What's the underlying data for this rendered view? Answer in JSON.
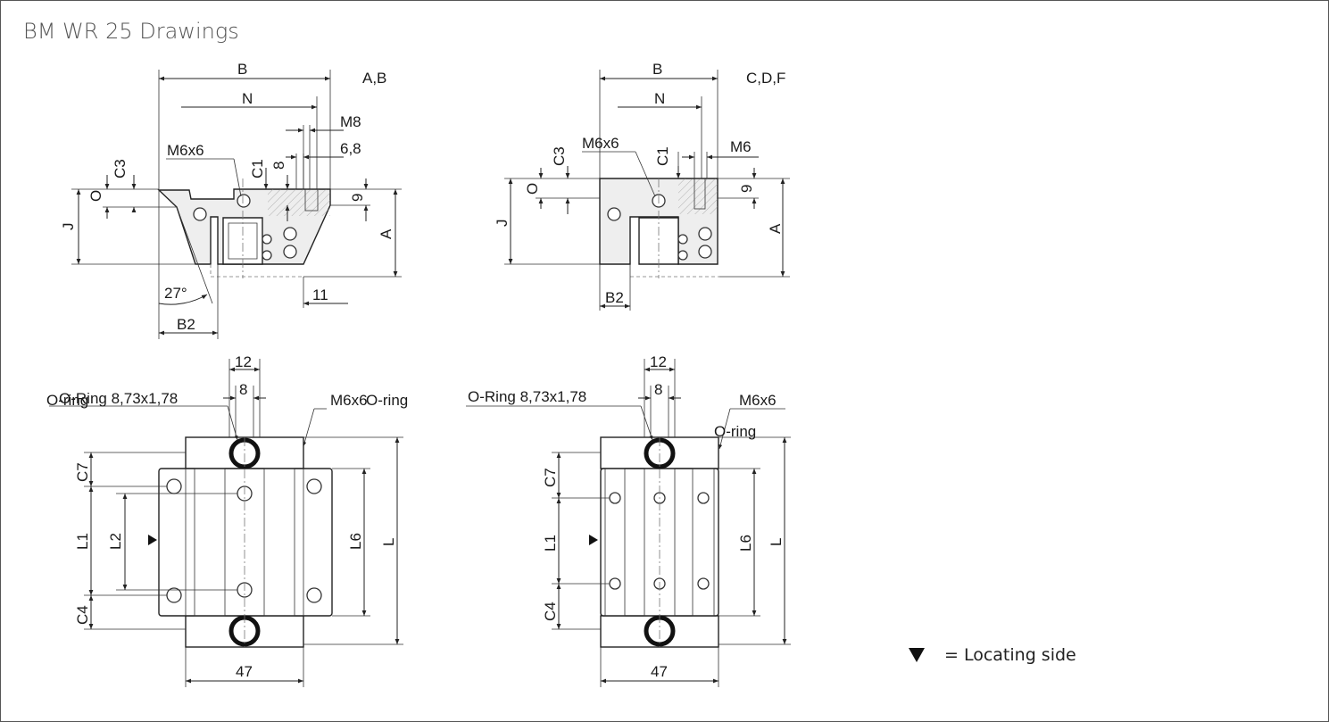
{
  "title": "BM WR 25 Drawings",
  "legend": {
    "symbol": "▼",
    "text": "=  Locating side"
  },
  "views": {
    "ab_front": {
      "variant": "A,B",
      "labels": {
        "B": "B",
        "N": "N",
        "M8": "M8",
        "d68": "6,8",
        "M6x6": "M6x6",
        "C3": "C3",
        "C1": "C1",
        "d8": "8",
        "O": "O",
        "J": "J",
        "d9": "9",
        "A": "A",
        "angle": "27°",
        "B2": "B2",
        "d11": "11"
      }
    },
    "cdf_front": {
      "variant": "C,D,F",
      "labels": {
        "B": "B",
        "N": "N",
        "M6x6": "M6x6",
        "C3": "C3",
        "C1": "C1",
        "M6": "M6",
        "O": "O",
        "J": "J",
        "d9": "9",
        "A": "A",
        "B2": "B2"
      }
    },
    "ab_top": {
      "labels": {
        "d12": "12",
        "d8": "8",
        "oring_spec": "O-Ring 8,73x1,78",
        "oring": "O-ring",
        "M6x6": "M6x6",
        "oring2": "O-ring",
        "C7": "C7",
        "L1": "L1",
        "L2": "L2",
        "C4": "C4",
        "L6": "L6",
        "L": "L",
        "d47": "47"
      }
    },
    "cdf_top": {
      "labels": {
        "d12": "12",
        "d8": "8",
        "oring_spec": "O-Ring 8,73x1,78",
        "M6x6": "M6x6",
        "oring": "O-ring",
        "C7": "C7",
        "L1": "L1",
        "C4": "C4",
        "L6": "L6",
        "L": "L",
        "d47": "47"
      }
    }
  }
}
